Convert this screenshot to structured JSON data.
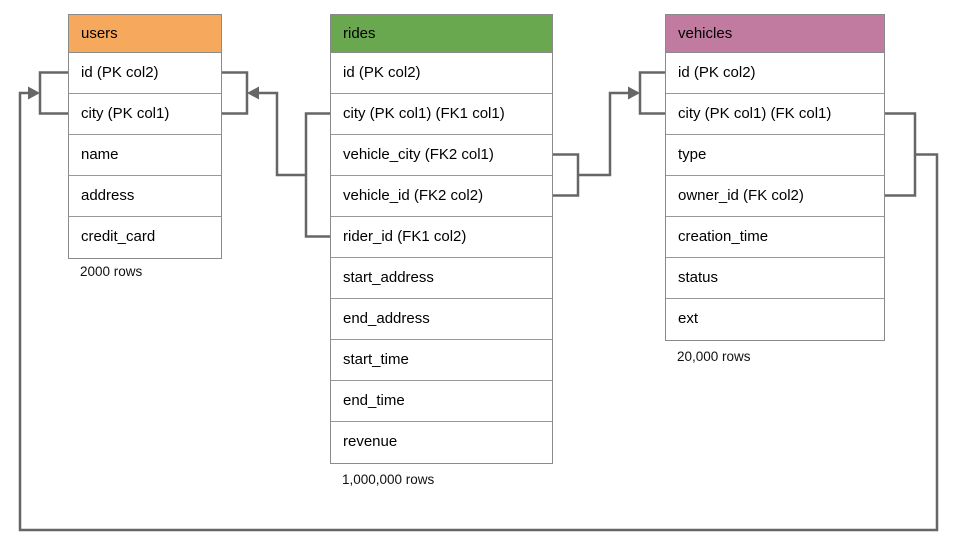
{
  "diagram": {
    "tables": [
      {
        "name": "users",
        "header_color": "#F6A85C",
        "rows": [
          "id (PK col2)",
          "city (PK col1)",
          "name",
          "address",
          "credit_card"
        ],
        "row_count": "2000 rows"
      },
      {
        "name": "rides",
        "header_color": "#6AA84F",
        "rows": [
          "id (PK col2)",
          "city (PK col1) (FK1 col1)",
          "vehicle_city (FK2 col1)",
          "vehicle_id (FK2 col2)",
          "rider_id (FK1 col2)",
          "start_address",
          "end_address",
          "start_time",
          "end_time",
          "revenue"
        ],
        "row_count": "1,000,000 rows"
      },
      {
        "name": "vehicles",
        "header_color": "#C27BA0",
        "rows": [
          "id (PK col2)",
          "city (PK col1) (FK col1)",
          "type",
          "owner_id (FK col2)",
          "creation_time",
          "status",
          "ext"
        ],
        "row_count": "20,000 rows"
      }
    ],
    "relationships": [
      {
        "from_table": "rides",
        "from_columns": "city, rider_id",
        "to_table": "users",
        "to_columns": "id, city",
        "key": "FK1"
      },
      {
        "from_table": "rides",
        "from_columns": "vehicle_city, vehicle_id",
        "to_table": "vehicles",
        "to_columns": "id, city",
        "key": "FK2"
      },
      {
        "from_table": "vehicles",
        "from_columns": "city, owner_id",
        "to_table": "users",
        "to_columns": "id, city",
        "key": "FK"
      }
    ],
    "colors": {
      "connector": "#666666",
      "cell_border": "#999999",
      "table_border": "#8a8a8a"
    }
  }
}
